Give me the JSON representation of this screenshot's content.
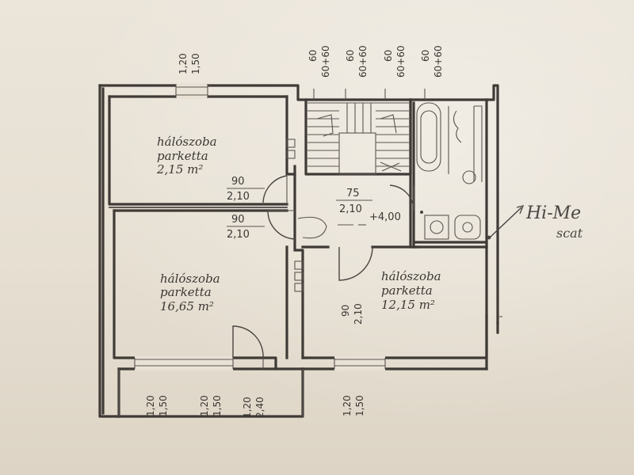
{
  "rooms": {
    "top_left": {
      "name": "hálószoba",
      "floor": "parketta",
      "area": "2,15 m²"
    },
    "bottom_left": {
      "name": "hálószoba",
      "floor": "parketta",
      "area": "16,65 m²"
    },
    "bottom_right": {
      "name": "hálószoba",
      "floor": "parketta",
      "area": "12,15 m²"
    }
  },
  "doors": {
    "d1_w": "90",
    "d1_h": "2,10",
    "d2_w": "90",
    "d2_h": "2,10",
    "d3_w": "75",
    "d3_h": "2,10",
    "d4_w": "90",
    "d4_h": "2,10",
    "d5_w": "1,20",
    "d5_h": "2,40"
  },
  "level": "+4,00",
  "windows": {
    "top_left": {
      "w": "1,20",
      "h": "1,50"
    },
    "top_1": {
      "w": "60",
      "h": "60+60"
    },
    "top_2": {
      "w": "60",
      "h": "60+60"
    },
    "top_3": {
      "w": "60",
      "h": "60+60"
    },
    "top_4": {
      "w": "60",
      "h": "60+60"
    },
    "bottom_1": {
      "w": "1,20",
      "h": "1,50"
    },
    "bottom_2": {
      "w": "1,20",
      "h": "1,50"
    },
    "bottom_3": {
      "w": "1,20",
      "h": "1,50"
    }
  },
  "annotation": {
    "line1": "Hi-Me",
    "line2": "scat"
  }
}
